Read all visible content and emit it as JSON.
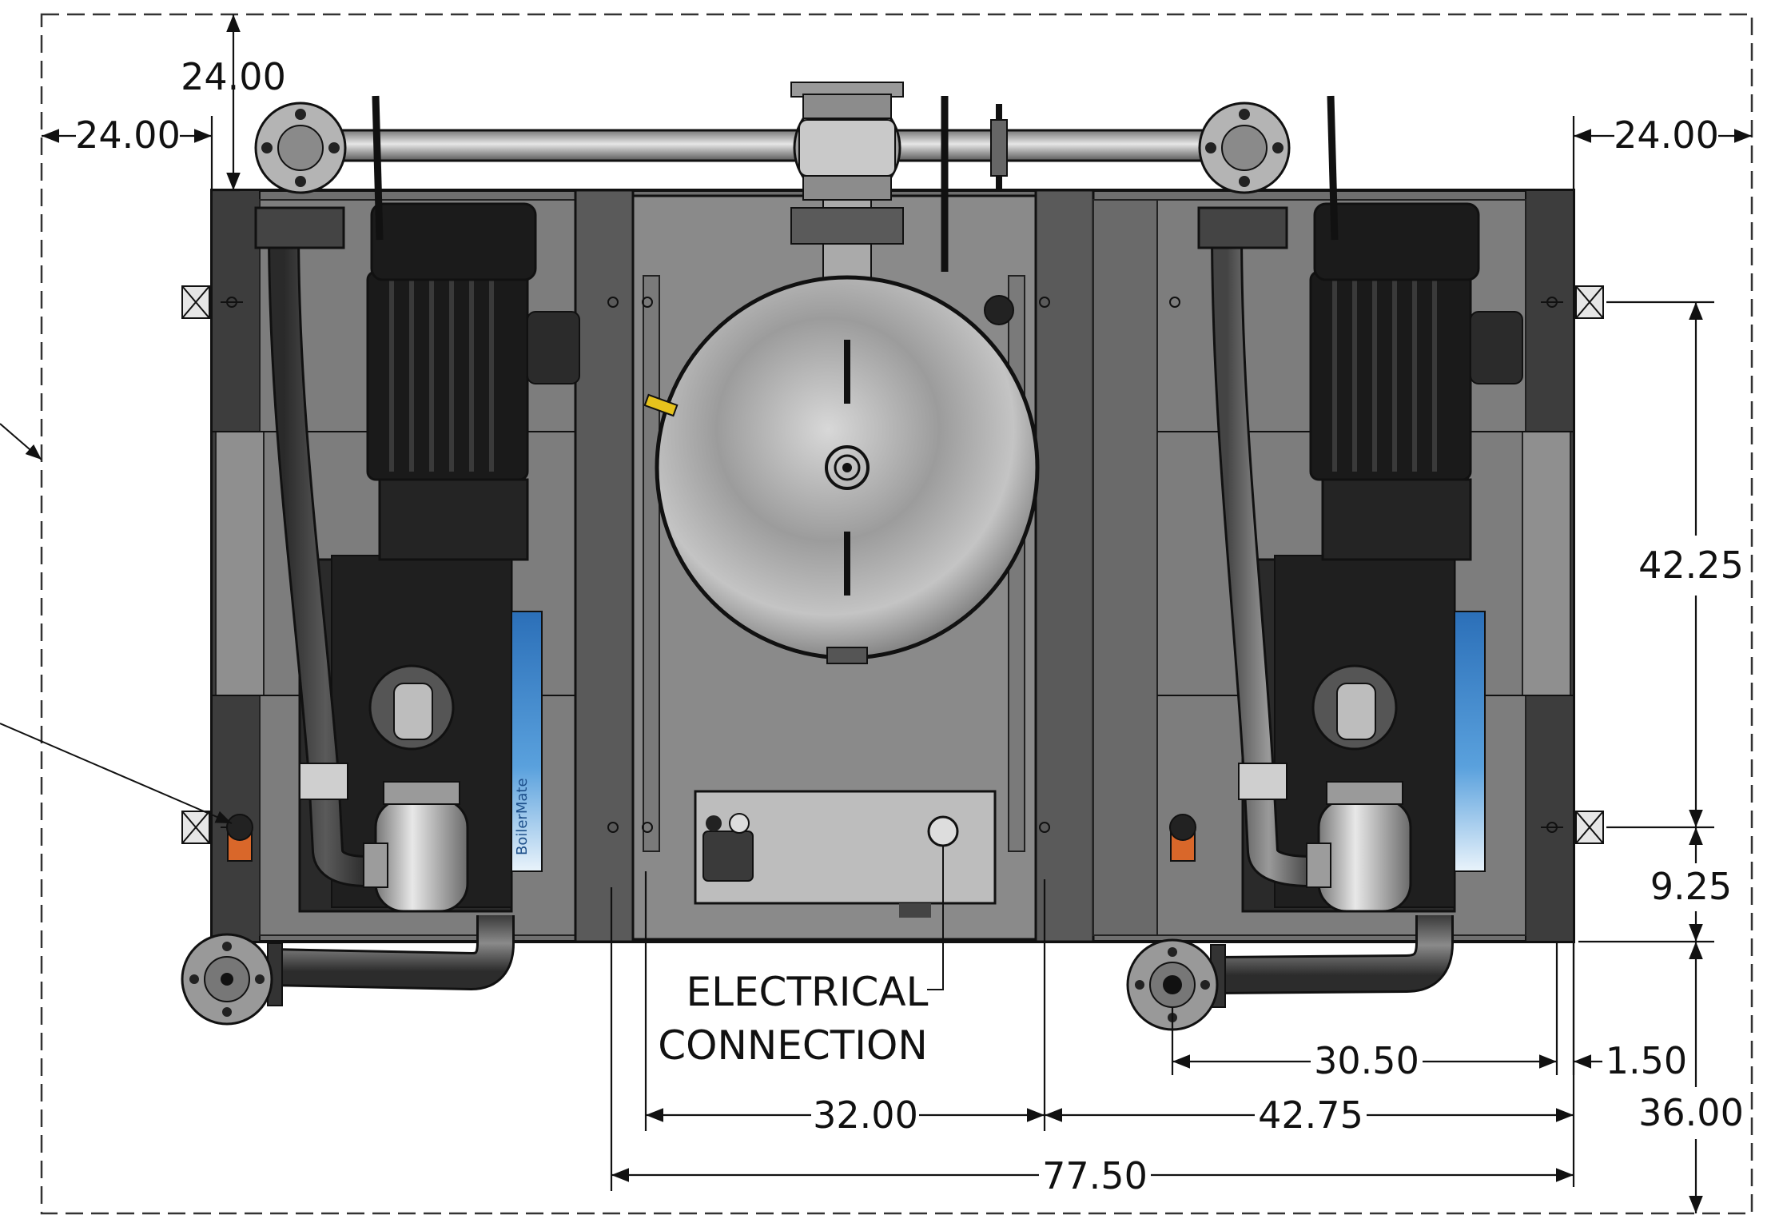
{
  "dimensions": {
    "top_clearance": "24.00",
    "left_clearance": "24.00",
    "right_clearance": "24.00",
    "mount_spacing_vertical": "42.25",
    "mount_to_edge": "9.25",
    "pump_outlet_spacing": "30.50",
    "right_offset": "1.50",
    "front_clearance": "36.00",
    "electrical_to_divider": "32.00",
    "divider_to_right_edge": "42.75",
    "overall_width": "77.50"
  },
  "callouts": {
    "electrical_line1": "ELECTRICAL",
    "electrical_line2": "CONNECTION"
  },
  "logos": {
    "pump_brand": "BoilerMate"
  },
  "colors": {
    "frame_dark": "#3d3d3d",
    "frame_mid": "#6f6f6f",
    "panel": "#8a8a8a",
    "tank": "#a8a8a8",
    "motor": "#1f1f1f",
    "label_blue": "#3c7fc2",
    "accent_orange": "#d9672a",
    "fitting_yellow": "#e6c21c"
  }
}
